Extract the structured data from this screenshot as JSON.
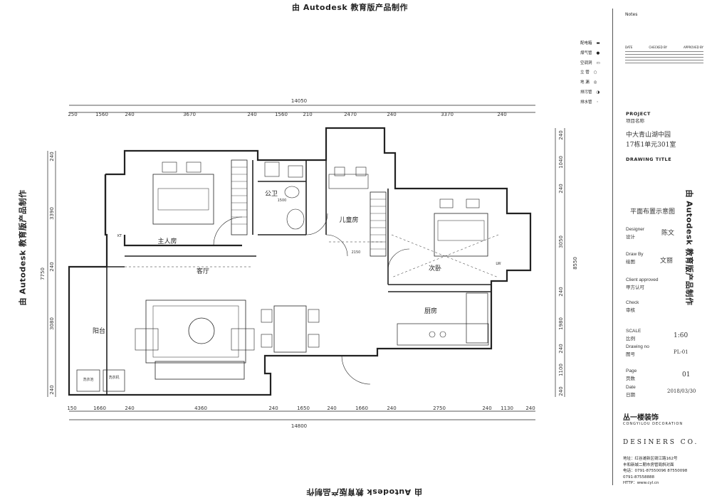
{
  "watermark": "由 Autodesk 教育版产品制作",
  "plan": {
    "total_width_top": "14050",
    "total_width_bottom": "14800",
    "top_dims": [
      "250",
      "1560",
      "240",
      "3670",
      "240",
      "1560",
      "210",
      "2470",
      "240",
      "3370",
      "240"
    ],
    "bottom_dims": [
      "150",
      "1660",
      "240",
      "4360",
      "240",
      "1650",
      "240",
      "1660",
      "240",
      "2750",
      "240",
      "1130",
      "240"
    ],
    "left_total": "7750",
    "left_dims": [
      "240",
      "3390",
      "240",
      "3080",
      "240"
    ],
    "right_total": "8550",
    "right_dims": [
      "240",
      "1040",
      "240",
      "3050",
      "240",
      "1980",
      "240",
      "1100",
      "240"
    ],
    "rooms": {
      "master": "主人房",
      "bath": "公卫",
      "kids": "儿童房",
      "second": "次卧",
      "living": "客厅",
      "balcony": "阳台",
      "kitchen": "厨房"
    },
    "small_labels": {
      "wash1": "洗衣池",
      "wash2": "洗衣机",
      "kt": "KT",
      "lw": "LW",
      "kids_dim": "2150",
      "bath_dim": "1500"
    }
  },
  "legend": [
    {
      "label": "配电箱",
      "icon": "distribution-box-icon"
    },
    {
      "label": "煤气管",
      "icon": "gas-pipe-icon"
    },
    {
      "label": "空调洞",
      "icon": "ac-hole-icon"
    },
    {
      "label": "立   管",
      "icon": "riser-icon"
    },
    {
      "label": "地   漏",
      "icon": "floor-drain-icon"
    },
    {
      "label": "排污管",
      "icon": "sewage-icon"
    },
    {
      "label": "排水管",
      "icon": "drain-icon"
    }
  ],
  "notes": {
    "title": "Notes",
    "date_hdr": "DATE",
    "checked_hdr": "CHECKED BY",
    "approved_hdr": "APPROVED BY"
  },
  "titleblock": {
    "project_label": "PROJECT",
    "project_cn": "项目名称",
    "project_name_1": "中大青山湖中园",
    "project_name_2": "17栋1单元301室",
    "drawing_title_label": "DRAWING TITLE",
    "drawing_title": "平面布置示意图",
    "designer_label": "Designer",
    "designer_cn": "设计",
    "designer": "陈文",
    "drawby_label": "Draw By",
    "drawby_cn": "绘图",
    "drawby": "文丽",
    "client_label": "Client approved",
    "client_cn": "甲方认可",
    "check_label": "Check",
    "check_cn": "审核",
    "scale_label": "SCALE",
    "scale_cn": "比例",
    "scale": "1:60",
    "drawno_label": "Drawing  no",
    "drawno_cn": "图号",
    "drawno": "PL-01",
    "page_label": "Page",
    "page_cn": "页数",
    "page": "01",
    "date_label": "Date",
    "date_cn": "日期",
    "date": "2018/03/30"
  },
  "company": {
    "logo": "丛一楼装饰",
    "logo_en": "CONGYILOU DECORATION",
    "designers": "DESINERS  CO.",
    "addr1": "地址：红谷滩新区赣江路162号",
    "addr2": "丰和新城二期市房管局斜对面",
    "tel1": "电话：0791-87550096 87550098",
    "tel2": "0791-87558888",
    "http": "HTTP：www.cyl.cn"
  }
}
